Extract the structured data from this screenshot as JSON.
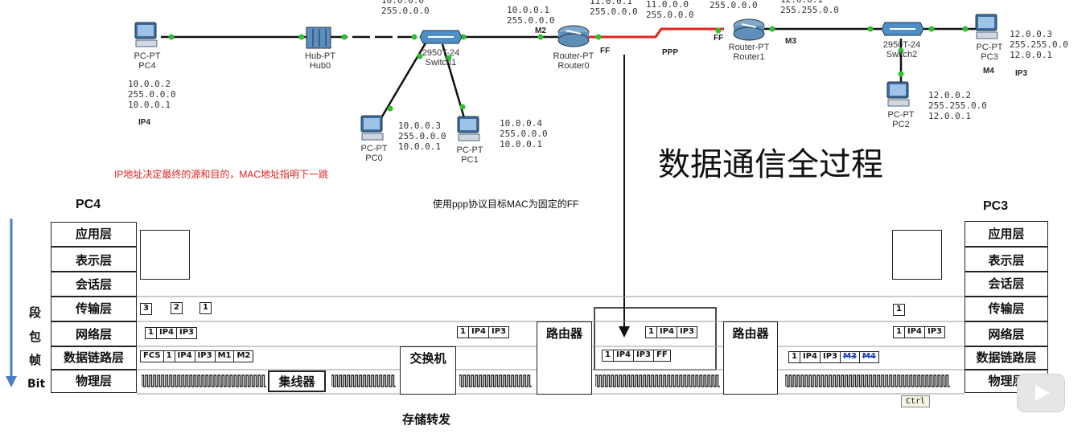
{
  "topology": {
    "devices": {
      "pc4": {
        "type": "PC-PT",
        "name": "PC4"
      },
      "hub0": {
        "type": "Hub-PT",
        "name": "Hub0"
      },
      "switch1": {
        "type": "2950T-24",
        "name": "Switch1"
      },
      "router0": {
        "type": "Router-PT",
        "name": "Router0"
      },
      "router1": {
        "type": "Router-PT",
        "name": "Router1"
      },
      "switch2": {
        "type": "2950T-24",
        "name": "Switch2"
      },
      "pc3": {
        "type": "PC-PT",
        "name": "PC3"
      },
      "pc0": {
        "type": "PC-PT",
        "name": "PC0"
      },
      "pc1": {
        "type": "PC-PT",
        "name": "PC1"
      },
      "pc2": {
        "type": "PC-PT",
        "name": "PC2"
      }
    },
    "ip_labels": {
      "pc4": "10.0.0.2\n255.0.0.0\n10.0.0.1",
      "pc4_tag": "IP4",
      "switch1_top": "10.0.0.0\n255.0.0.0",
      "router0_left": "10.0.0.1\n255.0.0.0",
      "router0_right": "11.0.0.1\n255.0.0.0",
      "ppp_mid": "11.0.0.0\n255.0.0.0",
      "router1_top": "255.0.0.0",
      "switch2_top": "12.0.0.1\n255.255.0.0",
      "pc3": "12.0.0.3\n255.255.0.0\n12.0.0.1",
      "pc3_tag": "IP3",
      "pc0": "10.0.0.3\n255.0.0.0\n10.0.0.1",
      "pc1": "10.0.0.4\n255.0.0.0\n10.0.0.1",
      "pc2": "12.0.0.2\n255.255.0.0\n12.0.0.1"
    },
    "tags": {
      "m2": "M2",
      "ff1": "FF",
      "ppp": "PPP",
      "ff2": "FF",
      "m3": "M3",
      "m4": "M4"
    }
  },
  "title": "数据通信全过程",
  "note_red": "IP地址决定最终的源和目的，MAC地址指明下一跳",
  "note_black": "使用ppp协议目标MAC为固定的FF",
  "left_host": "PC4",
  "right_host": "PC3",
  "layers": [
    "应用层",
    "表示层",
    "会话层",
    "传输层",
    "网络层",
    "数据链路层",
    "物理层"
  ],
  "side_labels": [
    "段",
    "包",
    "帧",
    "Bit"
  ],
  "devices_in_stack": {
    "hub": "集线器",
    "switch": "交换机",
    "router": "路由器"
  },
  "bottom_caption": "存储转发",
  "packets": {
    "transport_left": [
      "3",
      "2",
      "1"
    ],
    "network_left": [
      "1",
      "IP4",
      "IP3"
    ],
    "link_left": [
      "FCS",
      "1",
      "IP4",
      "IP3",
      "M1",
      "M2"
    ],
    "network_mid": [
      "1",
      "IP4",
      "IP3"
    ],
    "network_ppp": [
      "1",
      "IP4",
      "IP3"
    ],
    "link_ppp": [
      "1",
      "IP4",
      "IP3",
      "FF"
    ],
    "link_right": [
      "1",
      "IP4",
      "IP3",
      "M3",
      "M4"
    ],
    "transport_right": [
      "1"
    ],
    "network_right": [
      "1",
      "IP4",
      "IP3"
    ]
  },
  "ctrl_label": "Ctrl",
  "colors": {
    "red_link": "#e0241a",
    "green_port": "#2ec02e",
    "blue_arrow": "#4a7fc4"
  }
}
